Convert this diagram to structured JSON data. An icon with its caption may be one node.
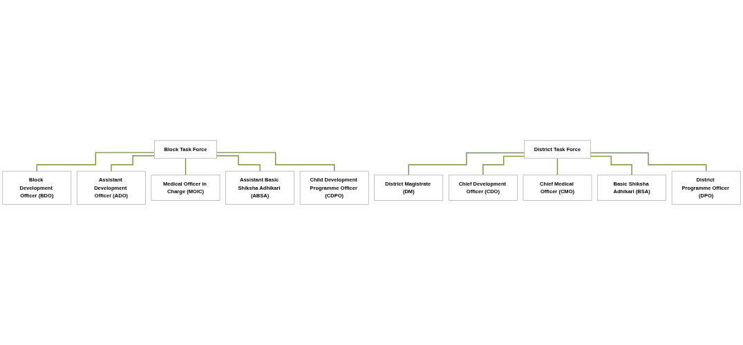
{
  "diagram": {
    "nodes": [
      {
        "text": [
          "Block Task Force"
        ]
      },
      {
        "text": [
          "Block Development Officer (BDO)"
        ]
      },
      {
        "text": [
          "Assistant Development Officer (ADO)"
        ]
      },
      {
        "text": [
          "Medical Officer in Charge (MOIC)"
        ]
      },
      {
        "text": [
          "Assistant Basic Shiksha Adhikari (ABSA)"
        ]
      },
      {
        "text": [
          "Child Development Programme Officer (CDPO)"
        ]
      },
      {
        "text": [
          "District Task Force"
        ]
      },
      {
        "text": [
          "District Magistrate (DM)"
        ]
      },
      {
        "text": [
          "Chief Development Officer (CDO)"
        ]
      },
      {
        "text": [
          "Chief Medical Officer (CMO)"
        ]
      },
      {
        "text": [
          "Basic Shiksha Adhikari (BSA)"
        ]
      },
      {
        "text": [
          "District Programme Officer (DPO)"
        ]
      }
    ],
    "edges": [
      {
        "from": 0,
        "to": 1,
        "arrow": "none"
      },
      {
        "from": 0,
        "to": 2,
        "arrow": "none"
      },
      {
        "from": 0,
        "to": 3,
        "arrow": "none"
      },
      {
        "from": 0,
        "to": 4,
        "arrow": "none"
      },
      {
        "from": 0,
        "to": 5,
        "arrow": "none"
      },
      {
        "from": 6,
        "to": 7,
        "arrow": "none"
      },
      {
        "from": 6,
        "to": 8,
        "arrow": "none"
      },
      {
        "from": 6,
        "to": 9,
        "arrow": "none"
      },
      {
        "from": 6,
        "to": 10,
        "arrow": "none"
      },
      {
        "from": 6,
        "to": 11,
        "arrow": "none"
      }
    ]
  }
}
